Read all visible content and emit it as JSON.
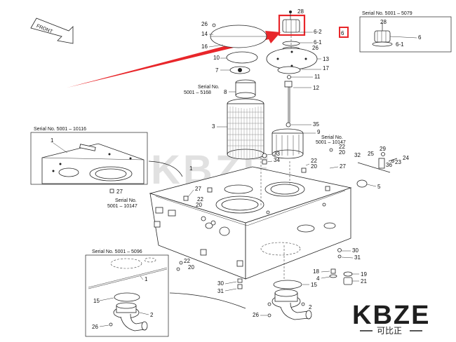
{
  "colors": {
    "highlight": "#e8262a",
    "ink": "#222222",
    "watermark": "#c9c9c9",
    "logo": "#1f1f1f"
  },
  "front_label": "FRONT",
  "serials": {
    "top_right": "Serial No. 5001 – 5079",
    "left_box": "Serial No. 5001 – 10116",
    "mid_8": [
      "Serial No.",
      "5001 – 5168"
    ],
    "mid_9": [
      "Serial No.",
      "5001 – 10147"
    ],
    "left_27": [
      "Serial No.",
      "5001 – 10147"
    ],
    "bottom_box": "Serial No. 5001 – 5096"
  },
  "callouts": {
    "c28": "28",
    "c26": "26",
    "c14": "14",
    "c16": "16",
    "c10": "10",
    "c7": "7",
    "c62": "6-2",
    "c6": "6",
    "c61": "6-1",
    "c26b": "26",
    "c13": "13",
    "c17": "17",
    "c11": "11",
    "c12": "12",
    "c8": "8",
    "c3": "3",
    "c35": "35",
    "c9": "9",
    "c1": "1",
    "c33": "33",
    "c34": "34",
    "c22": "22",
    "c20": "20",
    "c27": "27",
    "c32": "32",
    "c25": "25",
    "c29": "29",
    "c24": "24",
    "c23": "23",
    "c36": "36",
    "c5": "5",
    "c30": "30",
    "c31": "31",
    "c18": "18",
    "c4": "4",
    "c19": "19",
    "c21": "21",
    "c15": "15",
    "c2": "2",
    "tr28": "28",
    "tr6": "6",
    "tr61": "6-1",
    "lb1": "1",
    "lb27": "27",
    "mid22": "22",
    "mid20": "20",
    "mid22b": "22",
    "mid20b": "20",
    "bb1": "1",
    "bb15": "15",
    "bb2": "2",
    "bb26": "26",
    "bb22": "22",
    "bb20": "20",
    "b30": "30",
    "b31": "31",
    "b15": "15",
    "b26": "26",
    "b2": "2"
  },
  "watermark": "KBZE",
  "logo": {
    "text": "KBZE",
    "sub": "可比正"
  }
}
